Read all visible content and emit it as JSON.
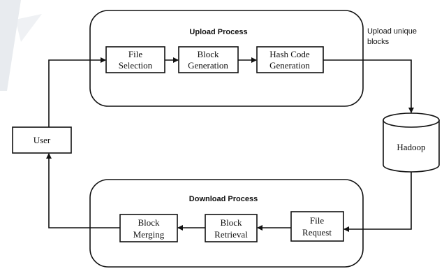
{
  "upload_group": {
    "title": "Upload Process"
  },
  "download_group": {
    "title": "Download Process"
  },
  "nodes": {
    "user": {
      "label": "User"
    },
    "file_selection": {
      "line1": "File",
      "line2": "Selection"
    },
    "block_generation": {
      "line1": "Block",
      "line2": "Generation"
    },
    "hash_code_generation": {
      "line1": "Hash Code",
      "line2": "Generation"
    },
    "hadoop": {
      "label": "Hadoop"
    },
    "file_request": {
      "line1": "File",
      "line2": "Request"
    },
    "block_retrieval": {
      "line1": "Block",
      "line2": "Retrieval"
    },
    "block_merging": {
      "line1": "Block",
      "line2": "Merging"
    }
  },
  "annotations": {
    "upload_unique_blocks": {
      "line1": "Upload unique",
      "line2": "blocks"
    }
  },
  "colors": {
    "stroke": "#111111",
    "fill": "#ffffff",
    "watermark": "#e8ebef"
  }
}
